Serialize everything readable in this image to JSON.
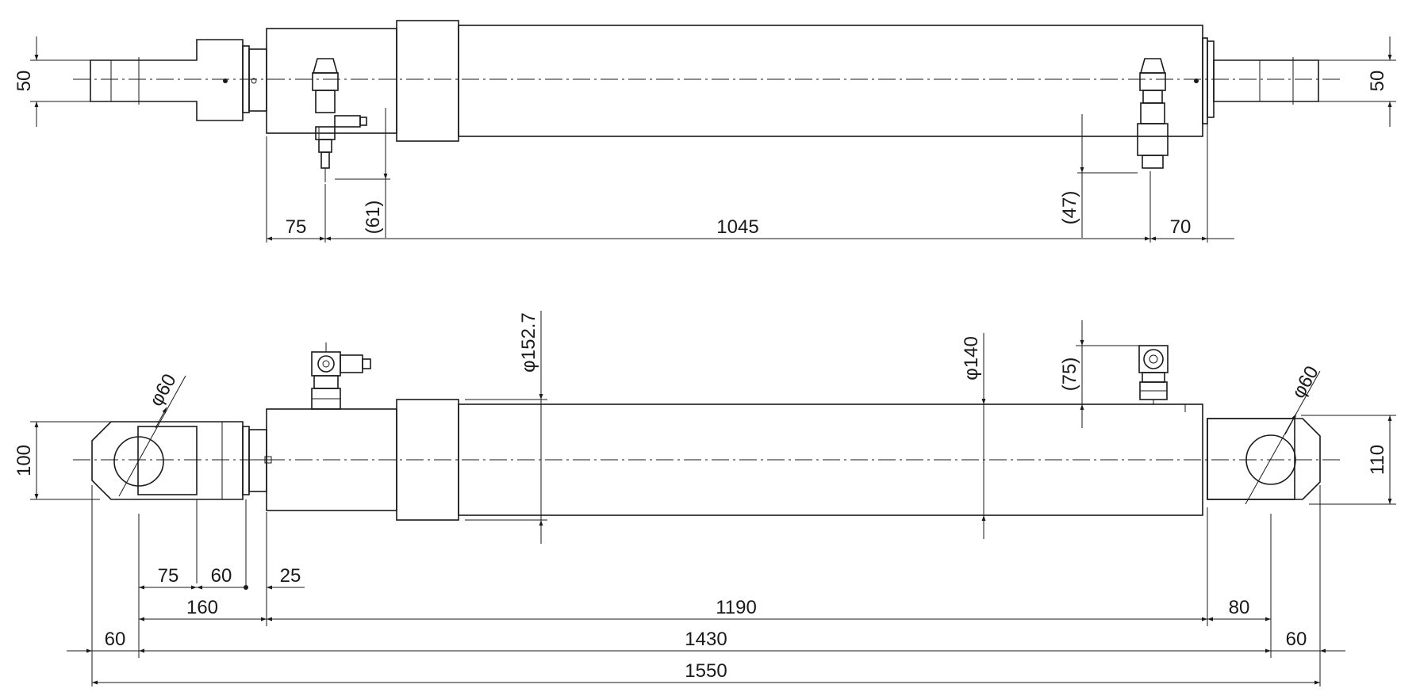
{
  "top_view": {
    "dims": {
      "height_left": "50",
      "height_right": "50",
      "d75": "75",
      "d61": "(61)",
      "d1045": "1045",
      "d47": "(47)",
      "d70": "70"
    }
  },
  "side_view": {
    "dims": {
      "dia_pin_left": "φ60",
      "dia_pin_right": "φ60",
      "dia_152": "φ152.7",
      "dia_140": "φ140",
      "d75p": "(75)",
      "height_100": "100",
      "height_110": "110",
      "d75": "75",
      "d60a": "60",
      "d25": "25",
      "d160": "160",
      "d1190": "1190",
      "d80": "80",
      "d60l": "60",
      "d1430": "1430",
      "d60r": "60",
      "d1550": "1550"
    }
  }
}
